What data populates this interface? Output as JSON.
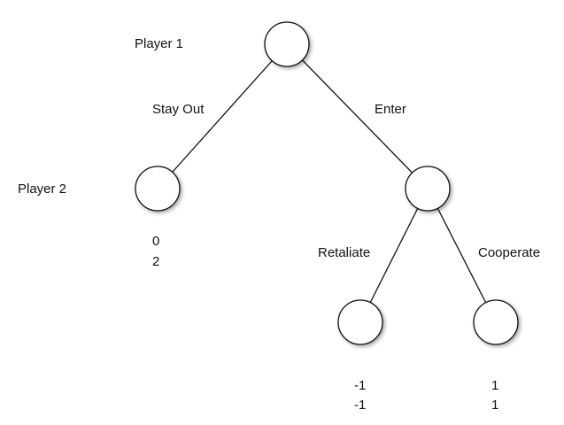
{
  "players": {
    "player1": "Player 1",
    "player2": "Player 2"
  },
  "actions": {
    "stay_out": "Stay Out",
    "enter": "Enter",
    "retaliate": "Retaliate",
    "cooperate": "Cooperate"
  },
  "payoffs": {
    "stay_out": {
      "p1": "0",
      "p2": "2"
    },
    "retaliate": {
      "p1": "-1",
      "p2": "-1"
    },
    "cooperate": {
      "p1": "1",
      "p2": "1"
    }
  }
}
